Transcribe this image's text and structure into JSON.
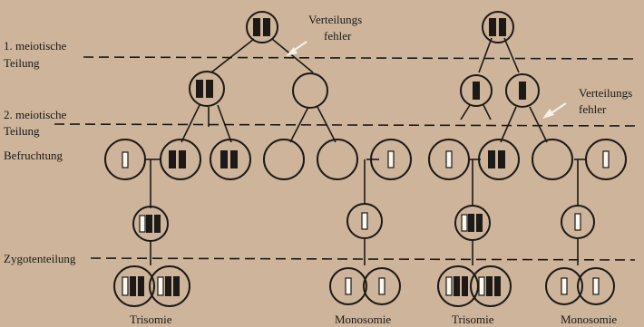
{
  "labels": {
    "meiosis1_line1": "1. meiotische",
    "meiosis1_line2": "Teilung",
    "meiosis2_line1": "2. meiotische",
    "meiosis2_line2": "Teilung",
    "fertilization": "Befruchtung",
    "zygote_division": "Zygotenteilung",
    "error_left_line1": "Verteilungs",
    "error_left_line2": "fehler",
    "error_right_line1": "Verteilungs",
    "error_right_line2": "fehler",
    "outcome_1": "Trisomie",
    "outcome_2": "Monosomie",
    "outcome_3": "Trisomie",
    "outcome_4": "Monosomie"
  },
  "colors": {
    "background": "#cdb49a",
    "ink": "#1c1917",
    "light_chromosome": "#fdf8ef",
    "arrow": "#f6f1e6"
  }
}
